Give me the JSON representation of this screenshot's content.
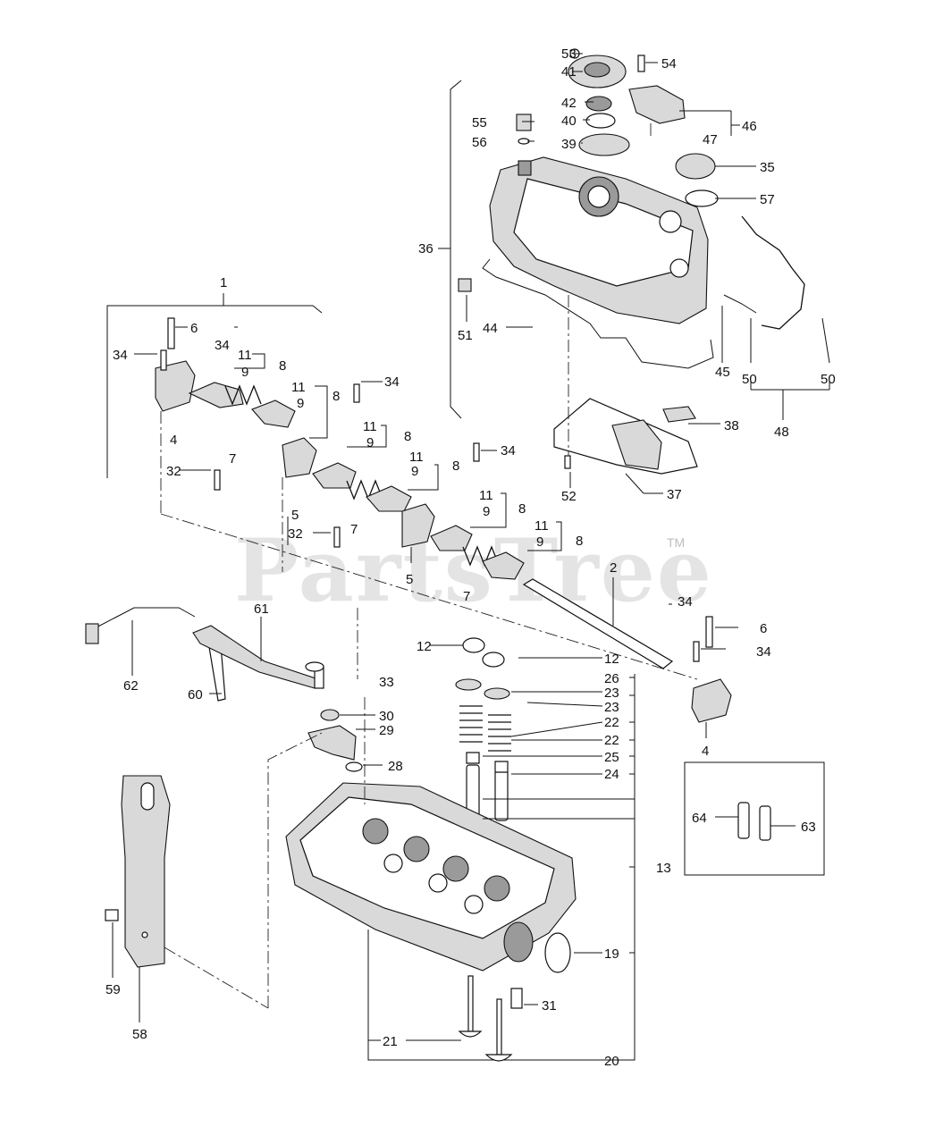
{
  "watermark": {
    "text": "PartsTree",
    "trademark": "TM"
  },
  "callouts": {
    "p1": "1",
    "p2": "2",
    "p4a": "4",
    "p4b": "4",
    "p5a": "5",
    "p5b": "5",
    "p6a": "6",
    "p6b": "6",
    "p7a": "7",
    "p7b": "7",
    "p7c": "7",
    "p8a": "8",
    "p8b": "8",
    "p8c": "8",
    "p8d": "8",
    "p8e": "8",
    "p8f": "8",
    "p9a": "9",
    "p9b": "9",
    "p9c": "9",
    "p9d": "9",
    "p9e": "9",
    "p9f": "9",
    "p11a": "11",
    "p11b": "11",
    "p11c": "11",
    "p11d": "11",
    "p11e": "11",
    "p11f": "11",
    "p12a": "12",
    "p12b": "12",
    "p13": "13",
    "p19": "19",
    "p20": "20",
    "p21": "21",
    "p22a": "22",
    "p22b": "22",
    "p23a": "23",
    "p23b": "23",
    "p24": "24",
    "p25": "25",
    "p26": "26",
    "p28": "28",
    "p29": "29",
    "p30": "30",
    "p31": "31",
    "p32a": "32",
    "p32b": "32",
    "p33": "33",
    "p34a": "34",
    "p34b": "34",
    "p34c": "34",
    "p34d": "34",
    "p34e": "34",
    "p34f": "34",
    "p35": "35",
    "p36": "36",
    "p37": "37",
    "p38": "38",
    "p39": "39",
    "p40": "40",
    "p41": "41",
    "p42": "42",
    "p44": "44",
    "p45": "45",
    "p46": "46",
    "p47": "47",
    "p48": "48",
    "p50a": "50",
    "p50b": "50",
    "p51": "51",
    "p52": "52",
    "p53": "53",
    "p54": "54",
    "p55": "55",
    "p56": "56",
    "p57": "57",
    "p58": "58",
    "p59": "59",
    "p60": "60",
    "p61": "61",
    "p62": "62",
    "p63": "63",
    "p64": "64"
  }
}
